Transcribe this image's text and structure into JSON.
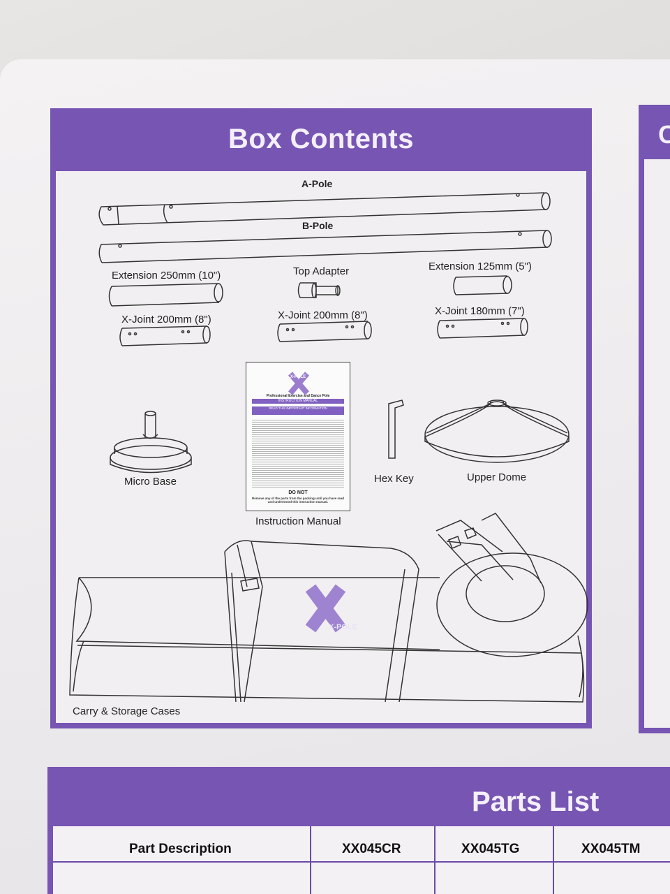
{
  "box_contents": {
    "title": "Box Contents",
    "items": {
      "a_pole": "A-Pole",
      "b_pole": "B-Pole",
      "extension_250": "Extension 250mm (10\")",
      "top_adapter": "Top Adapter",
      "extension_125": "Extension 125mm (5\")",
      "x_joint_200_left": "X-Joint 200mm (8\")",
      "x_joint_200_center": "X-Joint 200mm (8\")",
      "x_joint_180": "X-Joint 180mm (7\")",
      "micro_base": "Micro Base",
      "hex_key": "Hex Key",
      "upper_dome": "Upper Dome",
      "instruction_manual": "Instruction Manual",
      "carry_cases": "Carry & Storage Cases"
    },
    "manual_cover": {
      "logo_text": "X-POLE",
      "subtitle": "Professional Exercise and Dance Pole",
      "band": "INSTRUCTION MANUAL",
      "read_band": "READ THIS IMPORTANT INFORMATION",
      "do_not": "DO NOT",
      "do_not_text": "Remove any of the parts from the packing until you have read and understood this instruction manual."
    },
    "bag_logo": "X-POLE"
  },
  "right_panel": {
    "title_fragment": "C"
  },
  "parts_list": {
    "title": "Parts List",
    "columns": [
      "Part Description",
      "XX045CR",
      "XX045TG",
      "XX045TM"
    ]
  },
  "colors": {
    "accent": "#7755b3",
    "paper": "#f1eff1",
    "line": "#333333"
  }
}
